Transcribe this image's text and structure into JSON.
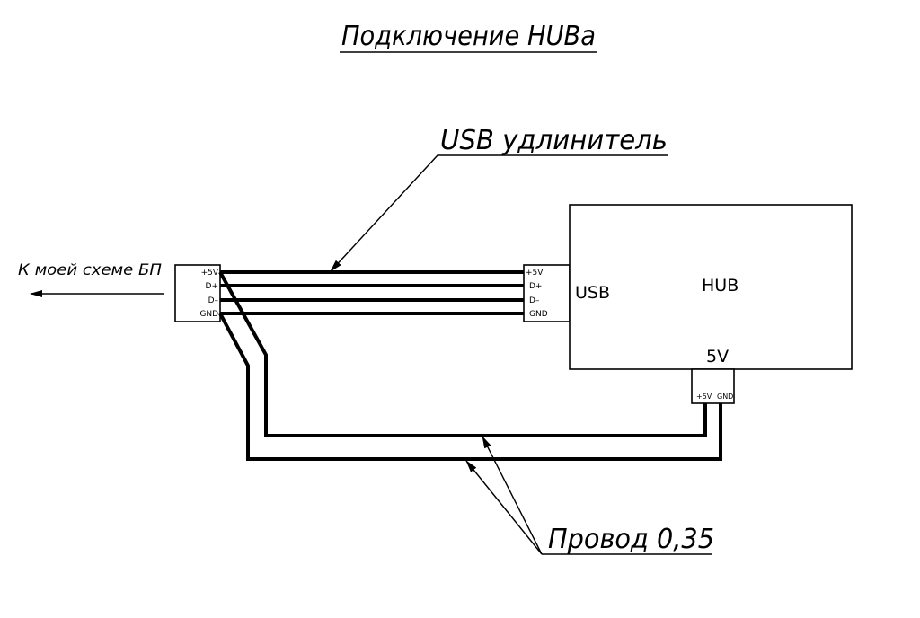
{
  "title": "Подключение HUBа",
  "labels": {
    "usb_extender": "USB удлинитель",
    "to_psu": "К моей схеме БП",
    "wire": "Провод 0,35"
  },
  "left_connector": {
    "pins": [
      "+5V",
      "D+",
      "D–",
      "GND"
    ]
  },
  "right_connector": {
    "pins": [
      "+5V",
      "D+",
      "D–",
      "GND"
    ]
  },
  "hub": {
    "name": "HUB",
    "usb_label": "USB",
    "power_label": "5V"
  },
  "power_connector": {
    "pins": [
      "+5V",
      "GND"
    ]
  }
}
